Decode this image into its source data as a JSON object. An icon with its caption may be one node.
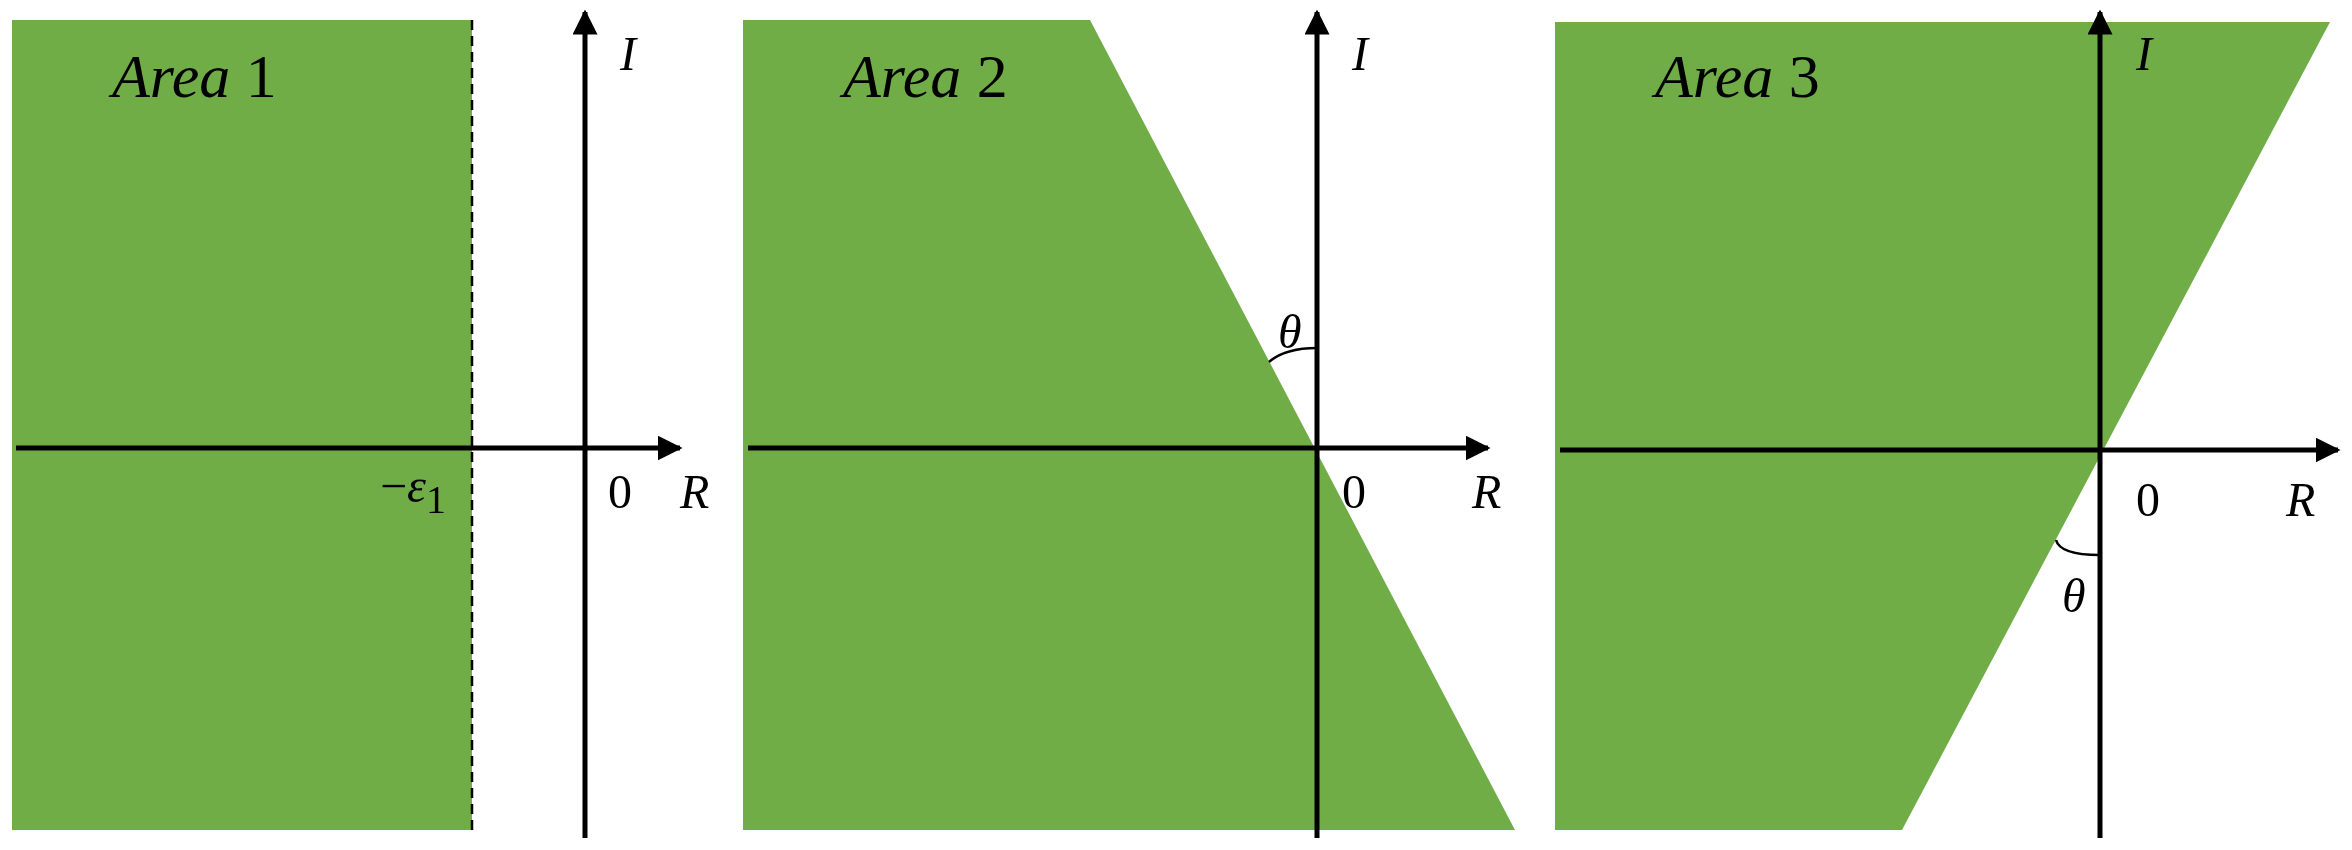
{
  "diagram": {
    "nodes": [
      {
        "text": [
          "*Area* 1"
        ]
      },
      {
        "text": [
          "*Area* 2"
        ]
      },
      {
        "text": [
          "*Area* 3"
        ]
      }
    ],
    "labels": [
      "I",
      "−*ε*$_{1}$",
      "0",
      "R",
      "I",
      "θ",
      "0",
      "R",
      "I",
      "0",
      "R",
      "θ"
    ]
  }
}
